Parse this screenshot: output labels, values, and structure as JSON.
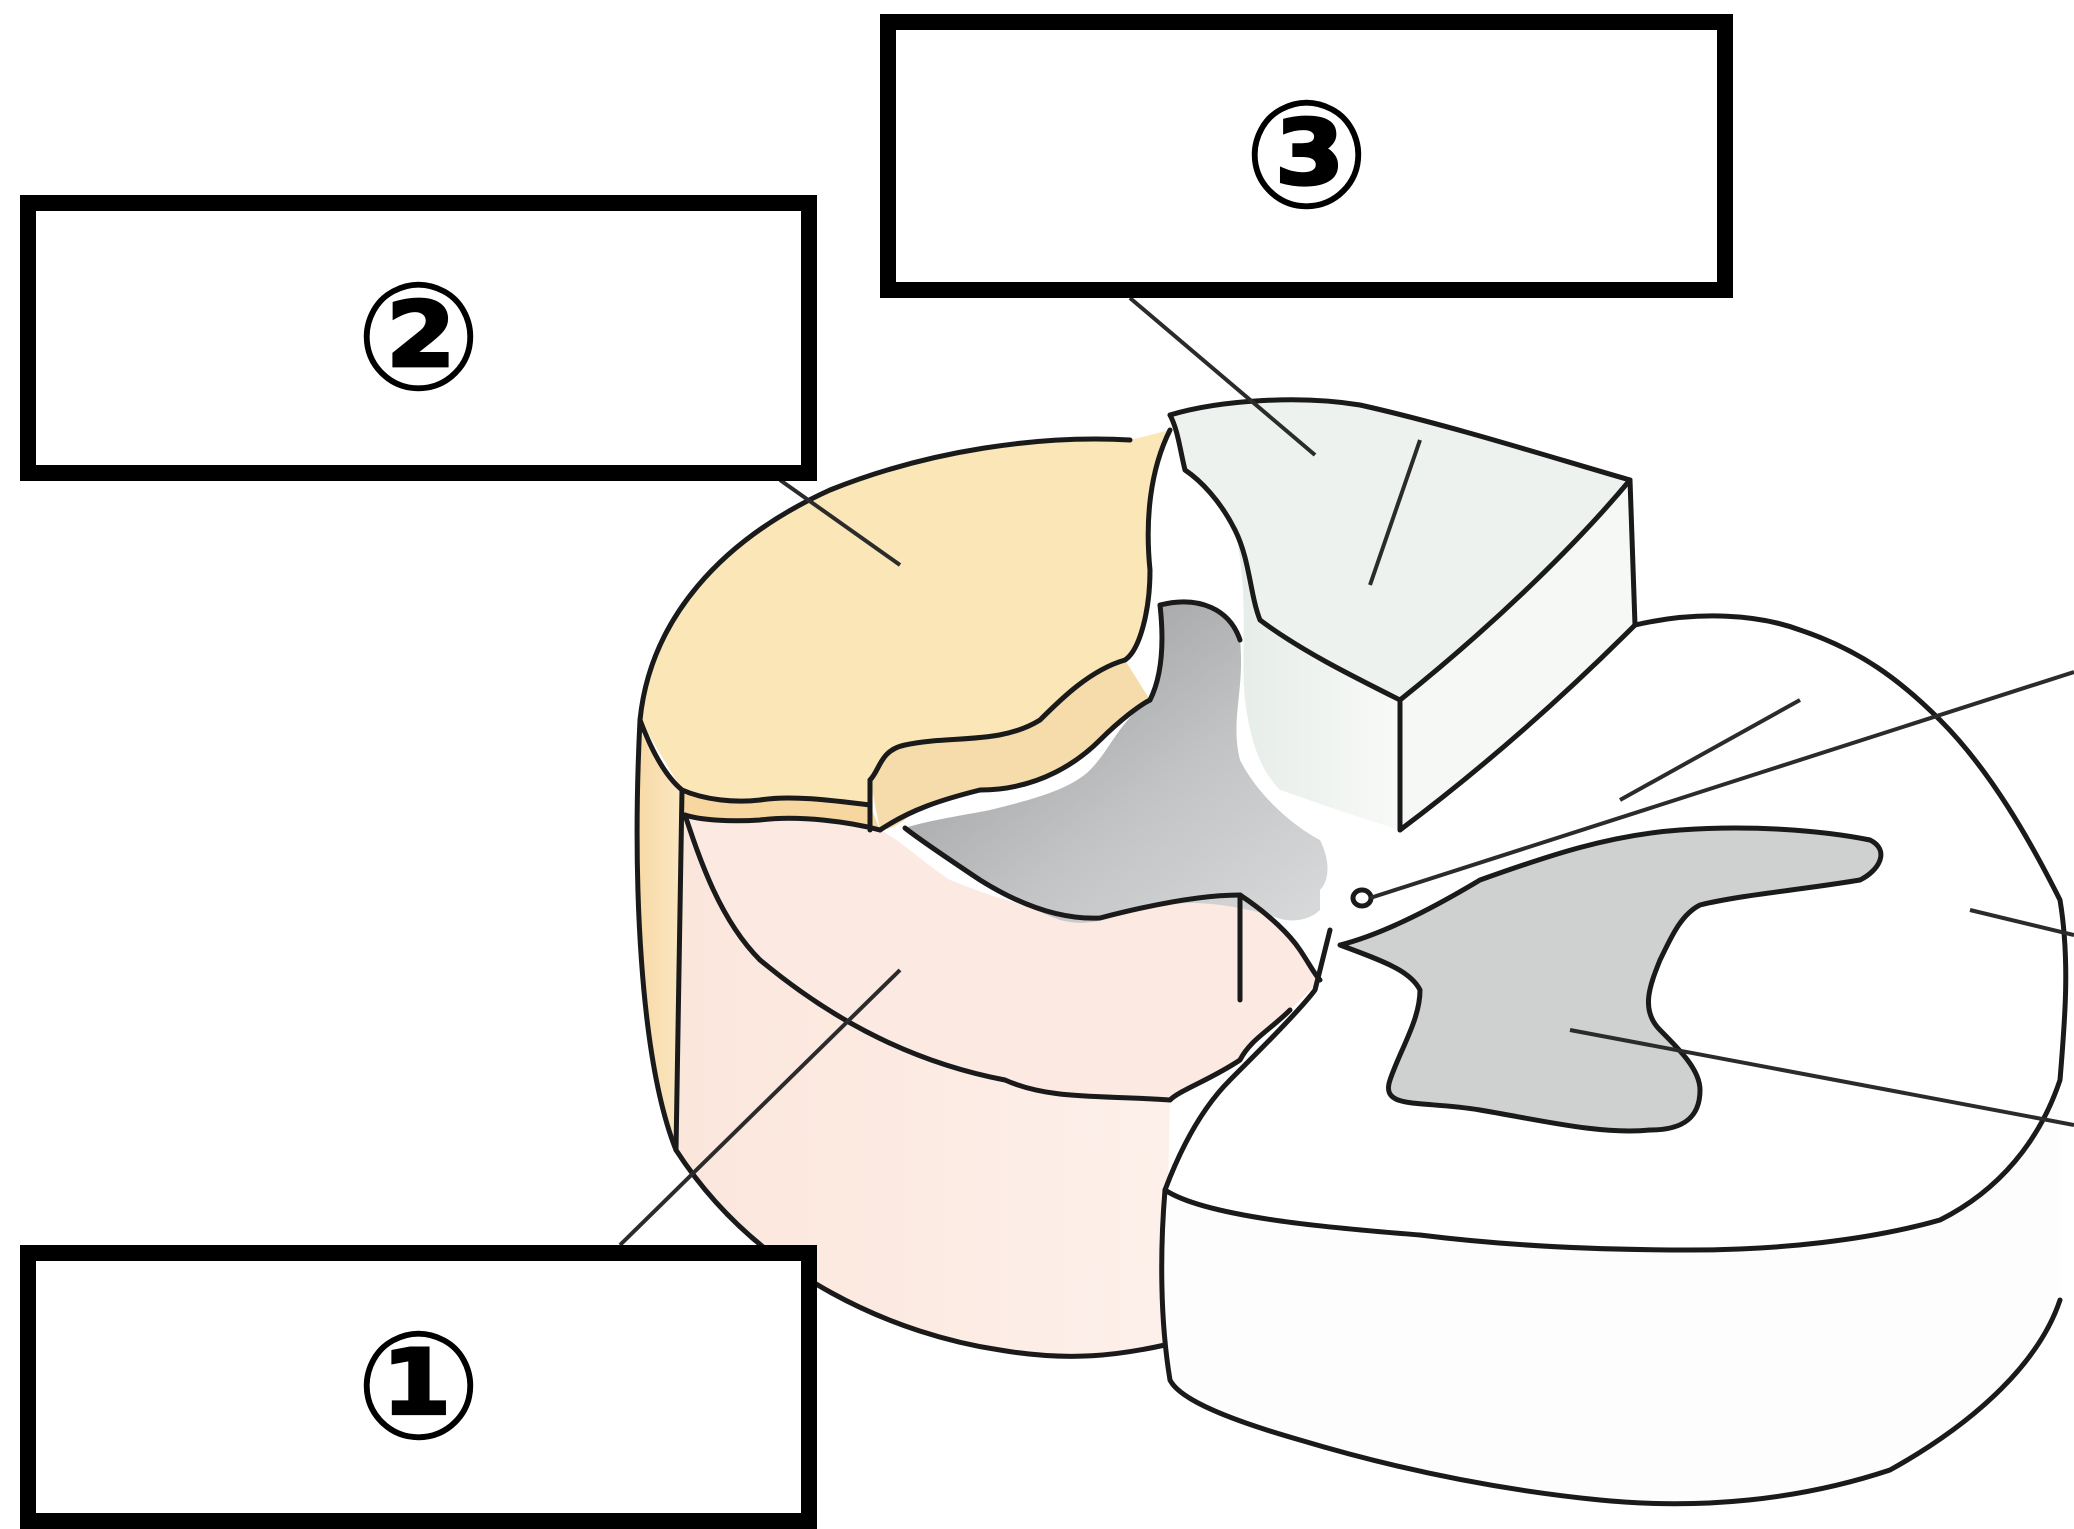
{
  "labels": {
    "box1": "①",
    "box2": "②",
    "box3": "③"
  },
  "colors": {
    "sector_2_top": "#fbe6b8",
    "sector_2_side": "#f9ddb0",
    "sector_1_pink": "#fbe8e0",
    "sector_3_white": "#eef2ee",
    "gray_matter": "#b8babb",
    "white_matter": "#ffffff",
    "outline": "#1a1a1a"
  }
}
